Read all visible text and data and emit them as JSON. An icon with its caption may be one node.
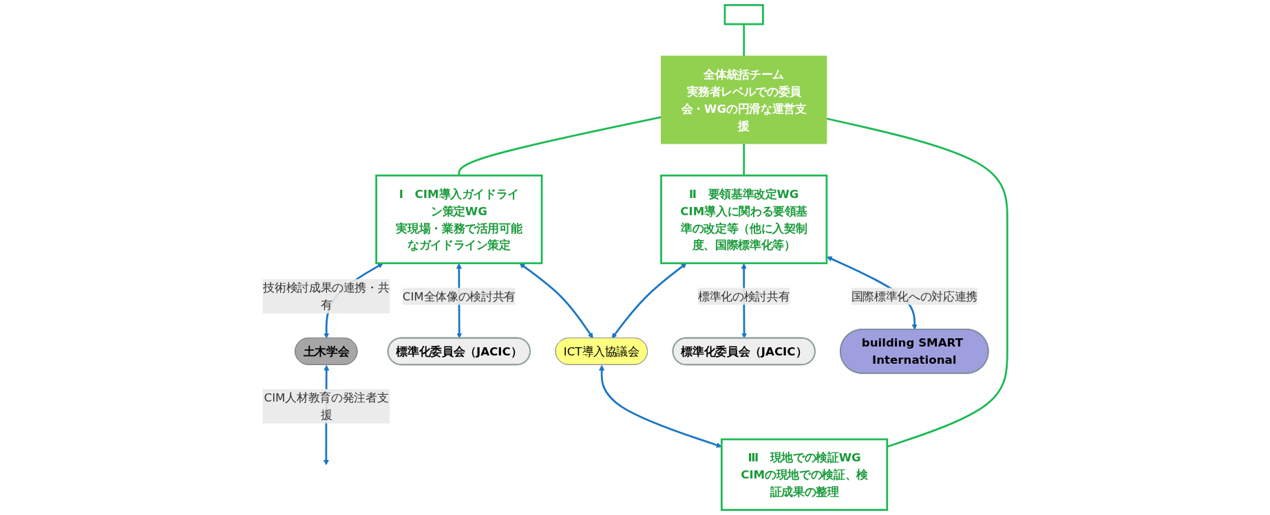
{
  "diagram": {
    "nodes": [
      {
        "text": [],
        "shape": "box"
      },
      {
        "text": [
          "全体統括チーム",
          "実務者レベルでの委員会・WGの円滑な運営支援"
        ]
      },
      {
        "text": [
          "Ⅰ　CIM導入ガイドライン策定WG",
          "実現場・業務で活用可能なガイドライン策定"
        ]
      },
      {
        "text": [
          "Ⅱ　要領基準改定WG",
          "CIM導入に関わる要領基準の改定等（他に入契制度、国際標準化等）"
        ]
      },
      {
        "text": [
          "ICT導入協議会"
        ]
      },
      {
        "text": [
          "標準化委員会（JACIC）"
        ]
      },
      {
        "text": [
          "土木学会"
        ]
      },
      {
        "text": [
          "Ⅲ　現地での検証WG",
          "CIMの現地での検証、検証成果の整理"
        ]
      },
      {
        "text": [
          "標準化委員会（JACIC）"
        ]
      },
      {
        "text": [
          "building SMART International"
        ]
      }
    ],
    "edges": [
      {
        "from": 0,
        "to": 1,
        "arrow": "none",
        "color": "#1db954"
      },
      {
        "from": 1,
        "to": 2,
        "arrow": "none",
        "color": "#1db954"
      },
      {
        "from": 1,
        "to": 3,
        "arrow": "none",
        "color": "#1db954"
      },
      {
        "from": 1,
        "to": 7,
        "arrow": "none",
        "color": "#1db954"
      },
      {
        "from": 2,
        "to": 6,
        "arrow": "both",
        "label": "技術検討成果の連携・共有"
      },
      {
        "from": 2,
        "to": 5,
        "arrow": "both",
        "label": "CIM全体像の検討共有"
      },
      {
        "from": 2,
        "to": 4,
        "arrow": "both"
      },
      {
        "from": 3,
        "to": 4,
        "arrow": "both"
      },
      {
        "from": 4,
        "to": 7,
        "arrow": "both"
      },
      {
        "from": 3,
        "to": 8,
        "arrow": "both",
        "label": "標準化の検討共有"
      },
      {
        "from": 3,
        "to": 9,
        "arrow": "both",
        "label": "国際標準化への対応連携"
      },
      {
        "from": 6,
        "to": null,
        "arrow": "both",
        "label": "CIM人材教育の発注者支援"
      }
    ]
  }
}
